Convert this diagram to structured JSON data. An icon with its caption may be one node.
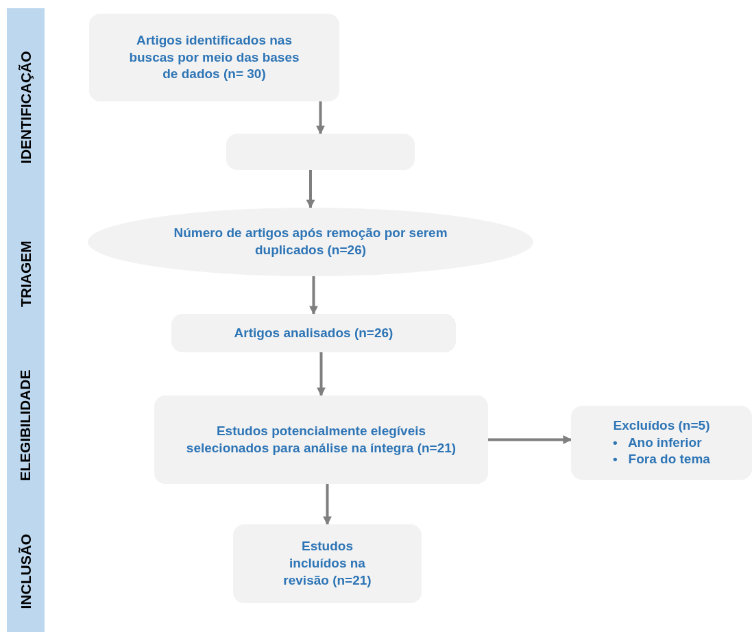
{
  "diagram": {
    "nodes": [
      {
        "text": [
          "IDENTIFICAÇÃO"
        ]
      },
      {
        "text": [
          "Artigos identificados nas buscas por meio das bases de dados (n= 30)"
        ]
      },
      {
        "text": [],
        "shape": "box"
      },
      {
        "text": [
          "TRIAGEM"
        ]
      },
      {
        "text": [
          "Número de artigos após remoção por serem duplicados (n=26)"
        ]
      },
      {
        "text": [
          "Artigos analisados (n=26)"
        ]
      },
      {
        "text": [
          "ELEGIBILIDADE"
        ]
      },
      {
        "text": [
          "Estudos potencialmente elegíveis selecionados para análise na íntegra (n=21)"
        ]
      },
      {
        "text": [
          "Excluídos (n=5)",
          "•   Ano inferior",
          "•   Fora do tema"
        ]
      },
      {
        "text": [
          "INCLUSÃO"
        ]
      },
      {
        "text": [
          "Estudos incluídos na revisão (n=21)"
        ]
      }
    ],
    "edges": [
      {
        "from": 1,
        "to": 2,
        "arrow": "to"
      },
      {
        "from": 2,
        "to": 4,
        "arrow": "to"
      },
      {
        "from": 4,
        "to": 5,
        "arrow": "to"
      },
      {
        "from": 5,
        "to": 7,
        "arrow": "to"
      },
      {
        "from": 7,
        "to": 8,
        "arrow": "to"
      },
      {
        "from": 7,
        "to": 10,
        "arrow": "to"
      }
    ]
  }
}
